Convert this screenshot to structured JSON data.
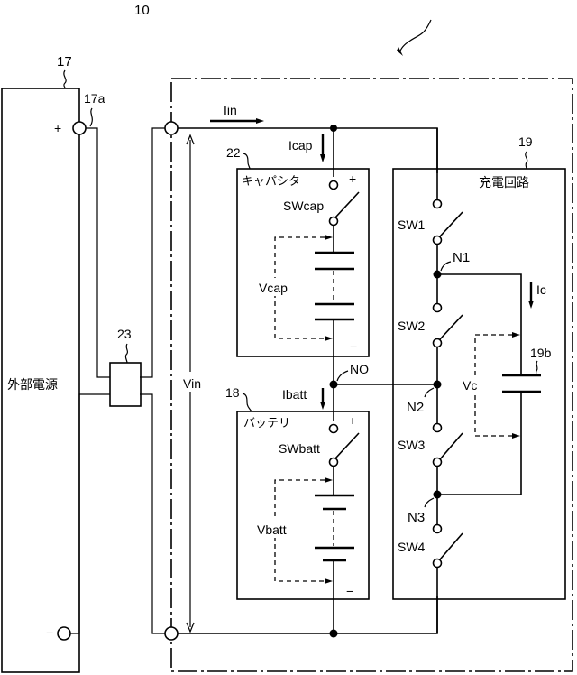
{
  "diagram": {
    "type": "circuit schematic",
    "labels": {
      "system_ref": "10",
      "external_power_ref": "17",
      "terminal_ref": "17a",
      "external_power_name": "外部電源",
      "plus_sign": "+",
      "minus_sign": "−",
      "connector_ref": "23",
      "input_current": "Iin",
      "input_voltage": "Vin",
      "capacitor_block_ref": "22",
      "capacitor_block_name": "キャパシタ",
      "capacitor_current": "Icap",
      "capacitor_switch": "SWcap",
      "capacitor_voltage": "Vcap",
      "battery_block_ref": "18",
      "battery_block_name": "バッテリ",
      "battery_current": "Ibatt",
      "battery_switch": "SWbatt",
      "battery_voltage": "Vbatt",
      "node_0": "NO",
      "charging_circuit_ref": "19",
      "charging_circuit_name": "充電回路",
      "sw1": "SW1",
      "sw2": "SW2",
      "sw3": "SW3",
      "sw4": "SW4",
      "node_1": "N1",
      "node_2": "N2",
      "node_3": "N3",
      "charge_current": "Ic",
      "charge_capacitor_ref": "19b",
      "charge_capacitor_voltage": "Vc"
    }
  }
}
